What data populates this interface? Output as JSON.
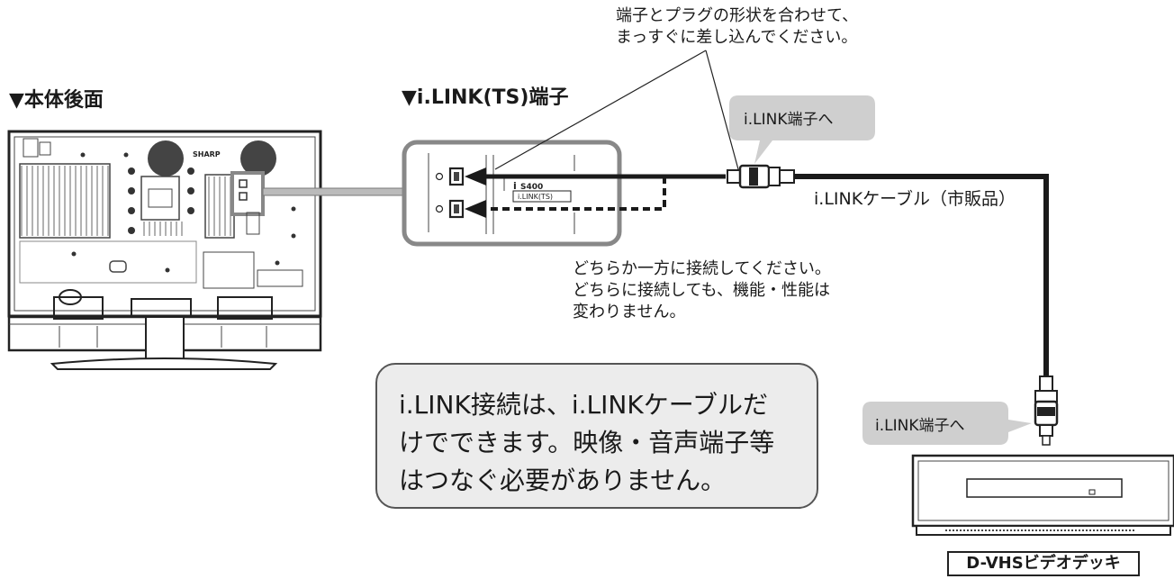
{
  "headings": {
    "rear": "▼本体後面",
    "ilink_port": "▼i.LINK(TS)端子"
  },
  "notes": {
    "top_line1": "端子とプラグの形状を合わせて、",
    "top_line2": "まっすぐに差し込んでください。",
    "either_line1": "どちらか一方に接続してください。",
    "either_line2": "どちらに接続しても、機能・性能は",
    "either_line3": "変わりません。"
  },
  "callouts": {
    "to_ilink_top": "i.LINK端子へ",
    "to_ilink_bottom": "i.LINK端子へ"
  },
  "cable_label": "i.LINKケーブル（市販品）",
  "port_panel": {
    "speed": "S400",
    "name": "i.LINK(TS)"
  },
  "tv_brand": "SHARP",
  "infobox": {
    "line1": "i.LINK接続は、i.LINKケーブルだ",
    "line2": "けでできます。映像・音声端子等",
    "line3": "はつなぐ必要がありません。"
  },
  "device_label": "D-VHSビデオデッキ",
  "colors": {
    "line": "#1a1a1a",
    "gray_fill": "#d9d9d9",
    "panel_border": "#888888",
    "callout_bg": "#cfcfcf"
  }
}
